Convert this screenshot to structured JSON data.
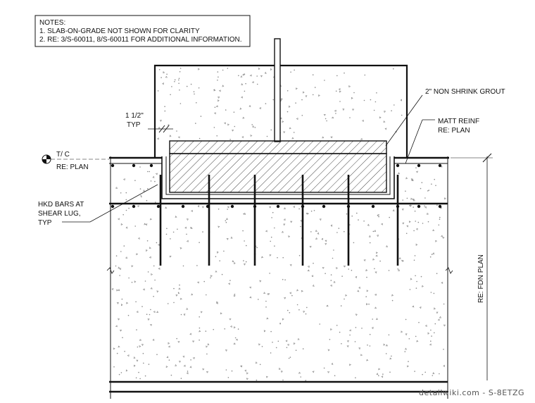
{
  "notes": {
    "heading": "NOTES:",
    "line1": "1. SLAB-ON-GRADE NOT SHOWN FOR CLARITY",
    "line2": "2. RE: 3/S-60011, 8/S-60011 FOR ADDITIONAL INFORMATION."
  },
  "callouts": {
    "grout": "2\" NON SHRINK GROUT",
    "matt_line1": "MATT REINF",
    "matt_line2": "RE: PLAN",
    "dim_value": "1 1/2\"",
    "dim_typ": "TYP",
    "tc": "T/ C",
    "tc_ref": "RE: PLAN",
    "hkd_line1": "HKD BARS AT",
    "hkd_line2": "SHEAR LUG,",
    "hkd_line3": "TYP",
    "fdn_plan": "RE: FDN PLAN"
  },
  "watermark": "detailwiki.com - S-8ETZG",
  "colors": {
    "line": "#111111",
    "speckle": "#8a8a8a",
    "hatch": "#333333"
  }
}
